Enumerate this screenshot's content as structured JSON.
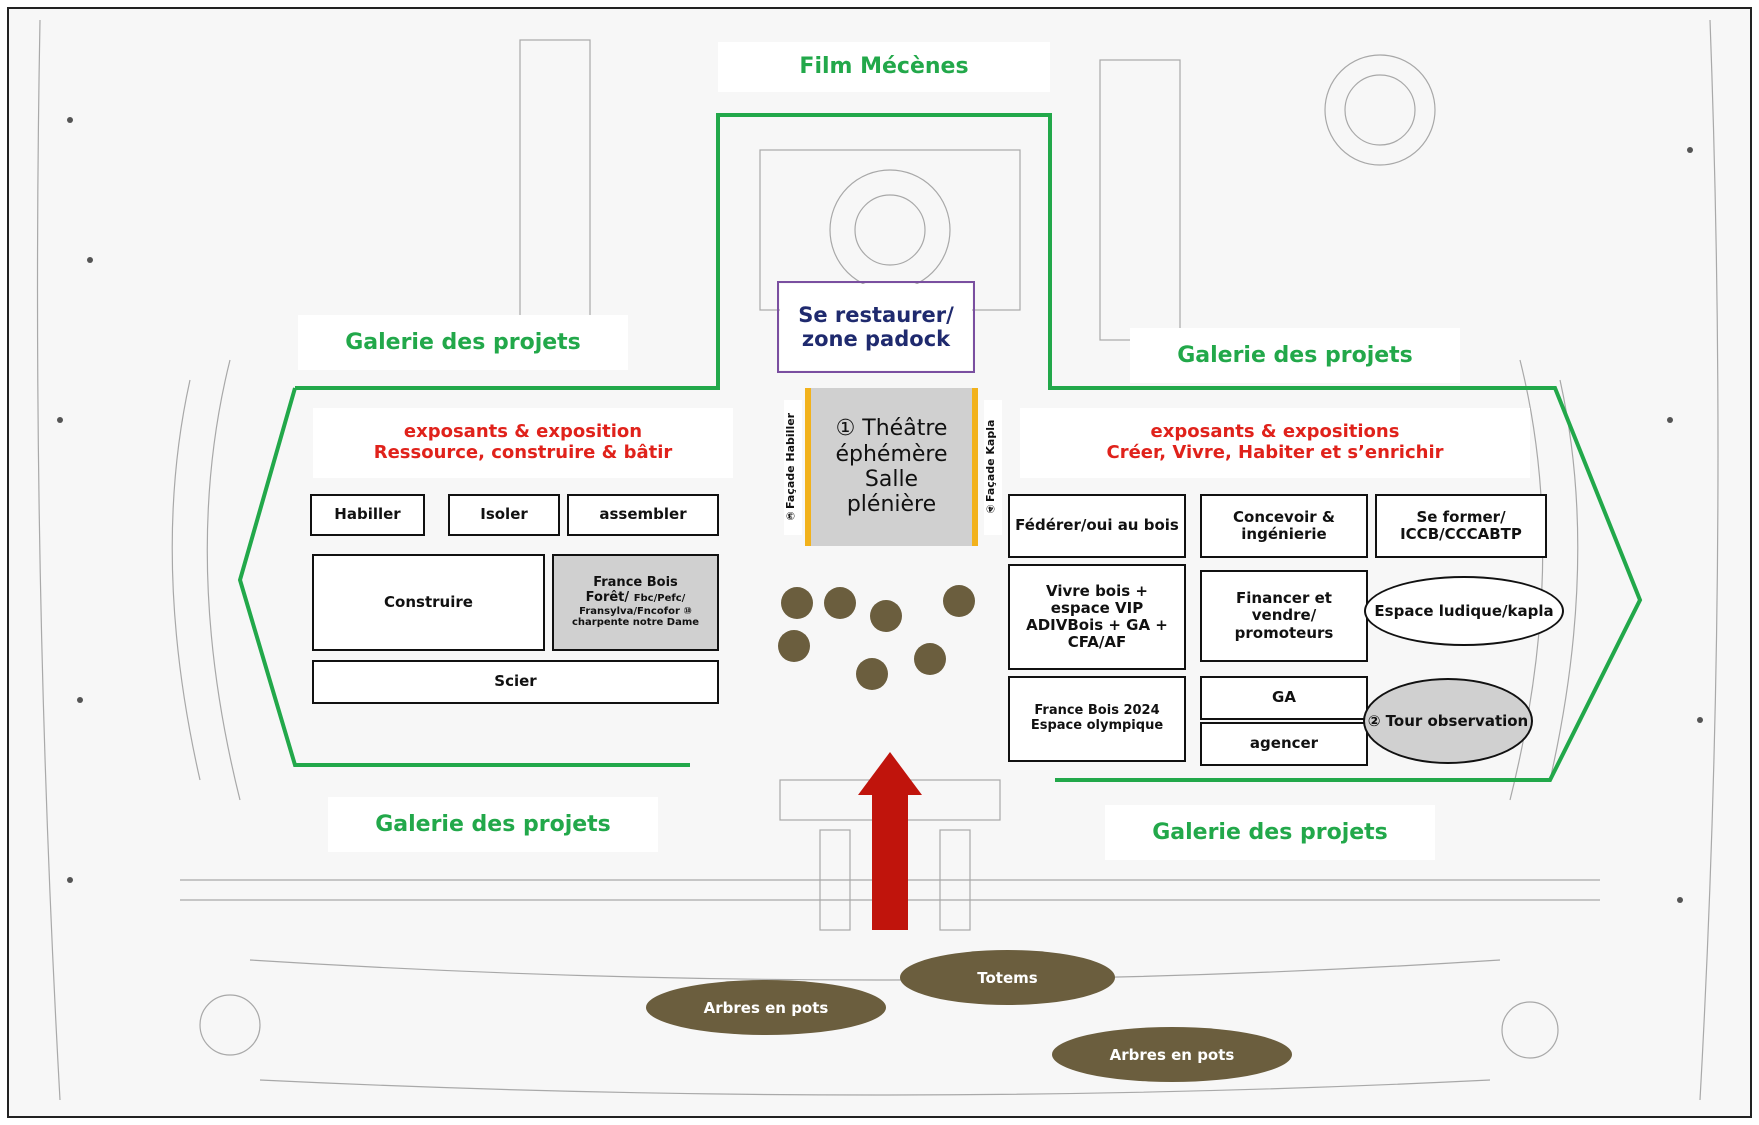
{
  "labels": {
    "film": "Film Mécènes",
    "restaurer": "Se restaurer/ zone padock",
    "galerie": "Galerie des projets",
    "expo_left_1": "exposants & exposition",
    "expo_left_2": "Ressource, construire & bâtir",
    "expo_right_1": "exposants & expositions",
    "expo_right_2": "Créer, Vivre, Habiter et s’enrichir",
    "theatre_1": "① Théâtre",
    "theatre_2": "éphémère",
    "theatre_3": "Salle",
    "theatre_4": "plénière",
    "facade_habiller": "③Façade Habiller",
    "facade_kapla": "④Façade Kapla"
  },
  "left_zones": {
    "habiller": "Habiller",
    "isoler": "Isoler",
    "assembler": "assembler",
    "construire": "Construire",
    "france_bois_a": "France Bois",
    "france_bois_b": "Forêt/",
    "france_bois_c": "Fbc/Pefc/",
    "france_bois_d": "Fransylva/Fncofor ⑩",
    "france_bois_e": "charpente notre Dame",
    "scier": "Scier"
  },
  "right_zones": {
    "federer": "Fédérer/oui au bois",
    "concevoir": "Concevoir & ingénierie",
    "se_former": "Se former/ ICCB/CCCABTP",
    "vivre_bois": "Vivre bois + espace VIP ADIVBois + GA + CFA/AF",
    "financer": "Financer et vendre/ promoteurs",
    "espace_ludique": "Espace ludique/kapla",
    "france_bois_2024": "France Bois 2024 Espace olympique",
    "ga": "GA",
    "agencer": "agencer",
    "tour": "② Tour observation"
  },
  "outdoor": {
    "totems": "Totems",
    "arbres_1": "Arbres en pots",
    "arbres_2": "Arbres en pots"
  },
  "colors": {
    "green": "#22a84a",
    "red": "#e0221b",
    "brown": "#6b5e3e",
    "purple": "#7a4fa0",
    "yellow": "#f2b21c",
    "arrow": "#c0140c"
  }
}
